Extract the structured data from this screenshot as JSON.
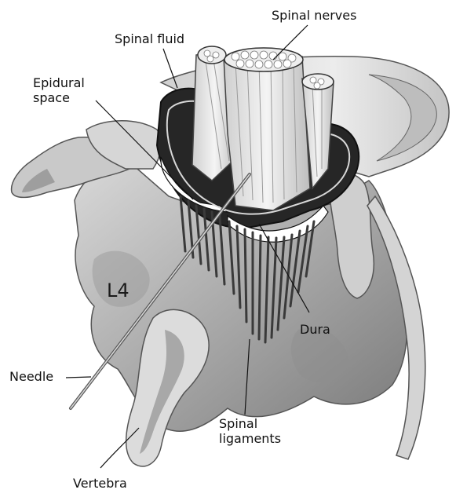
{
  "labels": {
    "spinal_nerves": "Spinal nerves",
    "spinal_fluid": "Spinal fluid",
    "epidural_space": "Epidural\nspace",
    "l4": "L4",
    "dura": "Dura",
    "needle": "Needle",
    "spinal_ligaments": "Spinal\nligaments",
    "vertebra": "Vertebra"
  },
  "colors": {
    "bone_light": "#e6e6e6",
    "bone_mid": "#b4b4b4",
    "bone_dark": "#6e6e6e",
    "dura_dark": "#1e1e1e",
    "nerve_light": "#f0f0f0",
    "leader_line": "#111111"
  }
}
